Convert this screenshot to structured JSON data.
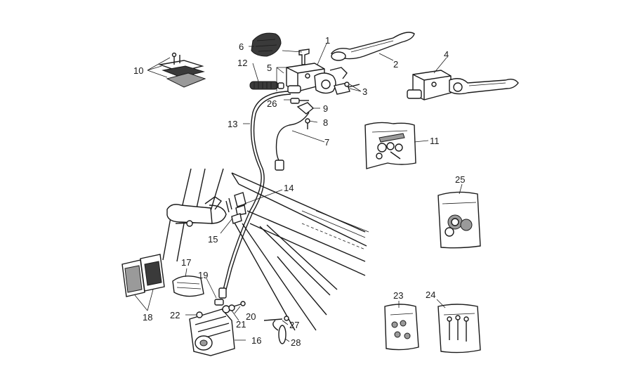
{
  "diagram": {
    "callouts": [
      {
        "id": "c1",
        "text": "1"
      },
      {
        "id": "c2",
        "text": "2"
      },
      {
        "id": "c3",
        "text": "3"
      },
      {
        "id": "c4",
        "text": "4"
      },
      {
        "id": "c5",
        "text": "5"
      },
      {
        "id": "c6",
        "text": "6"
      },
      {
        "id": "c7",
        "text": "7"
      },
      {
        "id": "c8",
        "text": "8"
      },
      {
        "id": "c9",
        "text": "9"
      },
      {
        "id": "c10",
        "text": "10"
      },
      {
        "id": "c11",
        "text": "11"
      },
      {
        "id": "c12",
        "text": "12"
      },
      {
        "id": "c13",
        "text": "13"
      },
      {
        "id": "c14",
        "text": "14"
      },
      {
        "id": "c15",
        "text": "15"
      },
      {
        "id": "c16",
        "text": "16"
      },
      {
        "id": "c17",
        "text": "17"
      },
      {
        "id": "c18",
        "text": "18"
      },
      {
        "id": "c19",
        "text": "19"
      },
      {
        "id": "c20",
        "text": "20"
      },
      {
        "id": "c21",
        "text": "21"
      },
      {
        "id": "c22",
        "text": "22"
      },
      {
        "id": "c23",
        "text": "23"
      },
      {
        "id": "c24",
        "text": "24"
      },
      {
        "id": "c25",
        "text": "25"
      },
      {
        "id": "c26",
        "text": "26"
      },
      {
        "id": "c27",
        "text": "27"
      },
      {
        "id": "c28",
        "text": "28"
      }
    ],
    "colors": {
      "ink": "#1a1a1a",
      "paper": "#ffffff",
      "shade": "#9a9a9a"
    }
  }
}
